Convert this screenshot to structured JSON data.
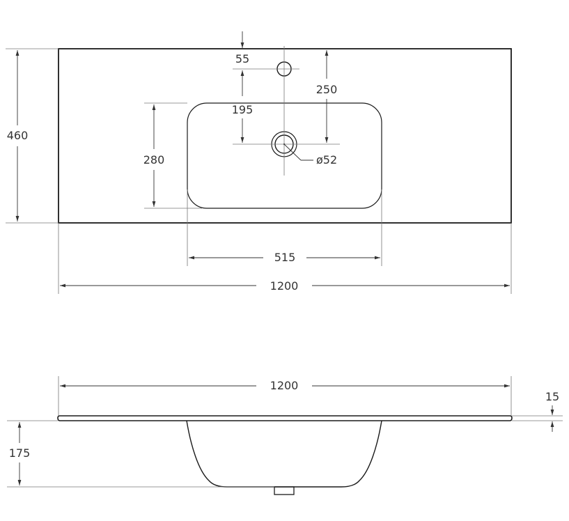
{
  "top_view": {
    "overall_width": "1200",
    "overall_depth": "460",
    "tap_hole_offset": "55",
    "tap_to_drain": "250",
    "edge_to_drain": "195",
    "bowl_depth": "280",
    "bowl_width": "515",
    "drain_diameter": "ø52"
  },
  "side_view": {
    "overall_width": "1200",
    "slab_thickness": "15",
    "bowl_height": "175"
  }
}
